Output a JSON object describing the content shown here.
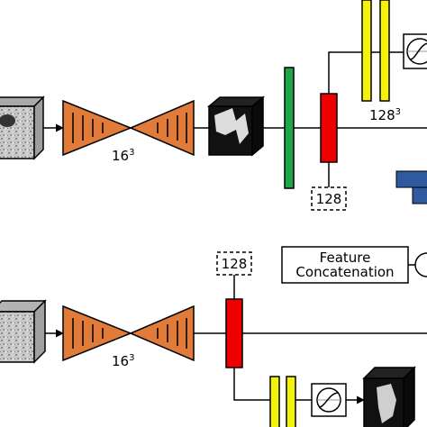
{
  "labels": {
    "top_size": "16",
    "top_size_exp": "3",
    "top_box": "128",
    "top_yellow_size": "128",
    "top_yellow_exp": "3",
    "bottom_size": "16",
    "bottom_size_exp": "3",
    "bottom_box": "128",
    "feature_line1": "Feature",
    "feature_line2": "Concatenation"
  },
  "colors": {
    "encoder": "#e07b39",
    "green": "#1fa64a",
    "red": "#ee0000",
    "yellow": "#f2f20a",
    "blue": "#2f5aa0",
    "volume_light": "#bdbdbd",
    "volume_dark": "#111111"
  }
}
